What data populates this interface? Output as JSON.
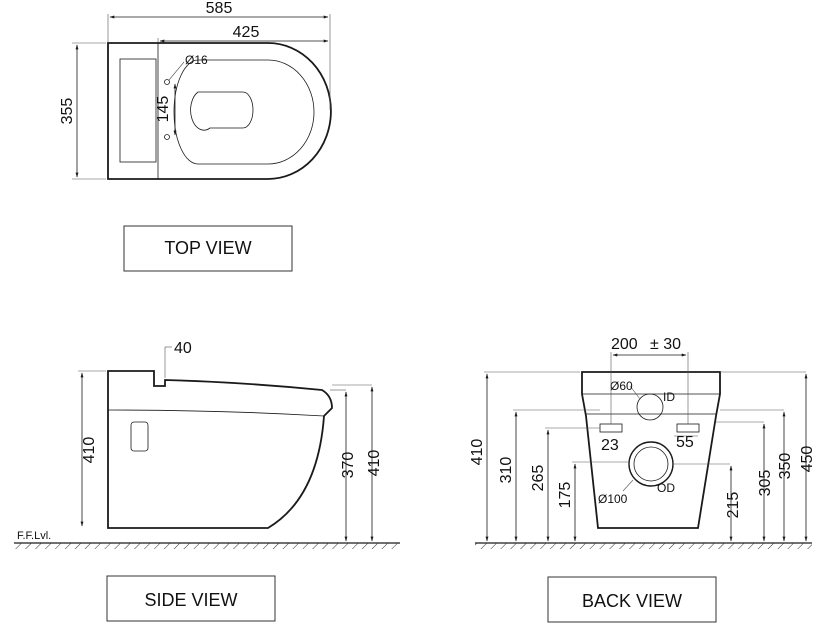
{
  "views": {
    "top": {
      "label": "TOP VIEW",
      "dims": {
        "overall_length": "585",
        "bowl_length": "425",
        "width": "355",
        "hole_spacing": "145",
        "hole_diameter": "Ø16"
      }
    },
    "side": {
      "label": "SIDE VIEW",
      "dims": {
        "height_left": "410",
        "step": "40",
        "height_front_rim": "370",
        "height_right": "410"
      },
      "floor_label": "F.F.Lvl."
    },
    "back": {
      "label": "BACK VIEW",
      "dims": {
        "fixing_spacing": "200",
        "fixing_tolerance": "± 30",
        "inlet_diameter": "Ø60",
        "inlet_type": "ID",
        "slot_width": "23",
        "slot_height": "55",
        "outlet_diameter": "Ø100",
        "outlet_type": "OD",
        "height_overall_left": "410",
        "h_fixing_top": "310",
        "h_outlet_center": "265",
        "h_outlet_bottom": "175",
        "h_outlet_right": "215",
        "h_fixing_right": "305",
        "h_inlet_right": "350",
        "height_overall_right": "450"
      }
    }
  }
}
